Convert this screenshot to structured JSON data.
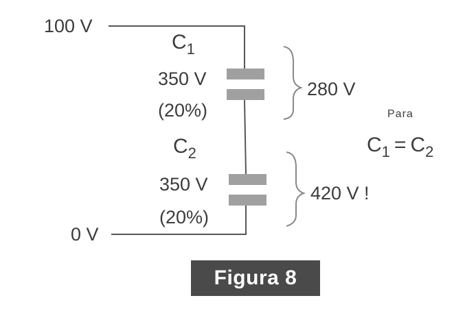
{
  "diagram": {
    "top_voltage": "100 V",
    "bottom_voltage": "0 V",
    "capacitors": [
      {
        "name_letter": "C",
        "name_sub": "1",
        "rating": "350 V",
        "tolerance": "(20%)",
        "measured_voltage": "280 V"
      },
      {
        "name_letter": "C",
        "name_sub": "2",
        "rating": "350 V",
        "tolerance": "(20%)",
        "measured_voltage": "420 V !"
      }
    ],
    "condition": {
      "label": "Para",
      "lhs_letter": "C",
      "lhs_sub": "1",
      "equals": "=",
      "rhs_letter": "C",
      "rhs_sub": "2"
    },
    "caption": "Figura 8",
    "colors": {
      "ink": "#3c3c3c",
      "wire": "#555555",
      "plate": "#a0a0a0",
      "brace": "#888888",
      "caption_bg": "#4a4a4a",
      "caption_fg": "#ffffff"
    }
  }
}
